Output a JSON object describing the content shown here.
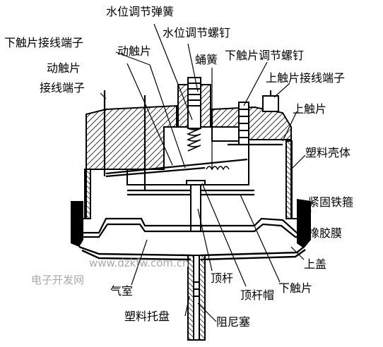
{
  "labels": {
    "water_level_spring": "水位调节弹簧",
    "water_level_screw": "水位调节螺钉",
    "lower_contact_terminal": "下触片接线端子",
    "moving_contact": "动触片",
    "bellows_spring": "蛹簧",
    "lower_contact_adjust_screw": "下触片调节螺钉",
    "moving_contact_terminal_line1": "动触片",
    "moving_contact_terminal_line2": "接线端子",
    "upper_contact_terminal": "上触片接线端子",
    "upper_contact": "上触片",
    "plastic_shell": "塑料壳体",
    "iron_hoop": "紧固铁箍",
    "rubber_membrane": "橡胶膜",
    "upper_cover": "上盖",
    "air_chamber": "气室",
    "push_rod": "顶杆",
    "push_rod_cap": "顶杆帽",
    "lower_contact": "下触片",
    "plastic_tray": "塑料托盘",
    "damping_plug": "阻尼塞"
  },
  "watermark": {
    "url": "www.dzkfw.com.cn",
    "site": "电子开发网"
  }
}
